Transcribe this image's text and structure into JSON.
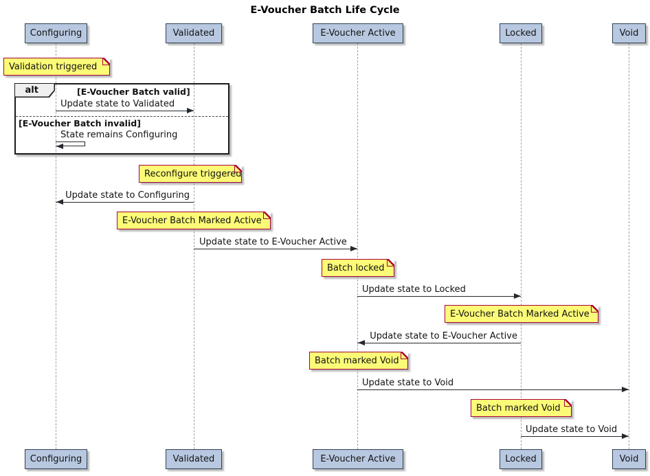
{
  "diagram": {
    "title": "E-Voucher Batch Life Cycle",
    "participants": [
      {
        "label": "Configuring"
      },
      {
        "label": "Validated"
      },
      {
        "label": "E-Voucher Active"
      },
      {
        "label": "Locked"
      },
      {
        "label": "Void"
      }
    ],
    "alt": {
      "operator": "alt",
      "guards": [
        "[E-Voucher Batch valid]",
        "[E-Voucher Batch invalid]"
      ]
    },
    "notes": [
      {
        "text": "Validation triggered",
        "at": "Configuring"
      },
      {
        "text": "Reconfigure triggered",
        "at": "Validated"
      },
      {
        "text": "E-Voucher Batch Marked Active",
        "at": "Validated"
      },
      {
        "text": "Batch locked",
        "at": "E-Voucher Active"
      },
      {
        "text": "E-Voucher Batch Marked Active",
        "at": "Locked"
      },
      {
        "text": "Batch marked Void",
        "at": "E-Voucher Active"
      },
      {
        "text": "Batch marked Void",
        "at": "Locked"
      }
    ],
    "messages": [
      {
        "text": "Update state to Validated",
        "from": "Configuring",
        "to": "Validated"
      },
      {
        "text": "State remains Configuring",
        "from": "Configuring",
        "to": "Configuring"
      },
      {
        "text": "Update state to Configuring",
        "from": "Validated",
        "to": "Configuring"
      },
      {
        "text": "Update state to E-Voucher Active",
        "from": "Validated",
        "to": "E-Voucher Active"
      },
      {
        "text": "Update state to Locked",
        "from": "E-Voucher Active",
        "to": "Locked"
      },
      {
        "text": "Update state to E-Voucher Active",
        "from": "Locked",
        "to": "E-Voucher Active"
      },
      {
        "text": "Update state to Void",
        "from": "E-Voucher Active",
        "to": "Void"
      },
      {
        "text": "Update state to Void",
        "from": "Locked",
        "to": "Void"
      }
    ]
  },
  "colors": {
    "participant_fill": "#B8C8E0",
    "participant_border": "#2E4053",
    "note_fill": "#FBFB77",
    "note_border": "#A80036",
    "lifeline": "#A0A0A0",
    "arrow": "#24292E",
    "frame_border": "#1B1B1B"
  }
}
